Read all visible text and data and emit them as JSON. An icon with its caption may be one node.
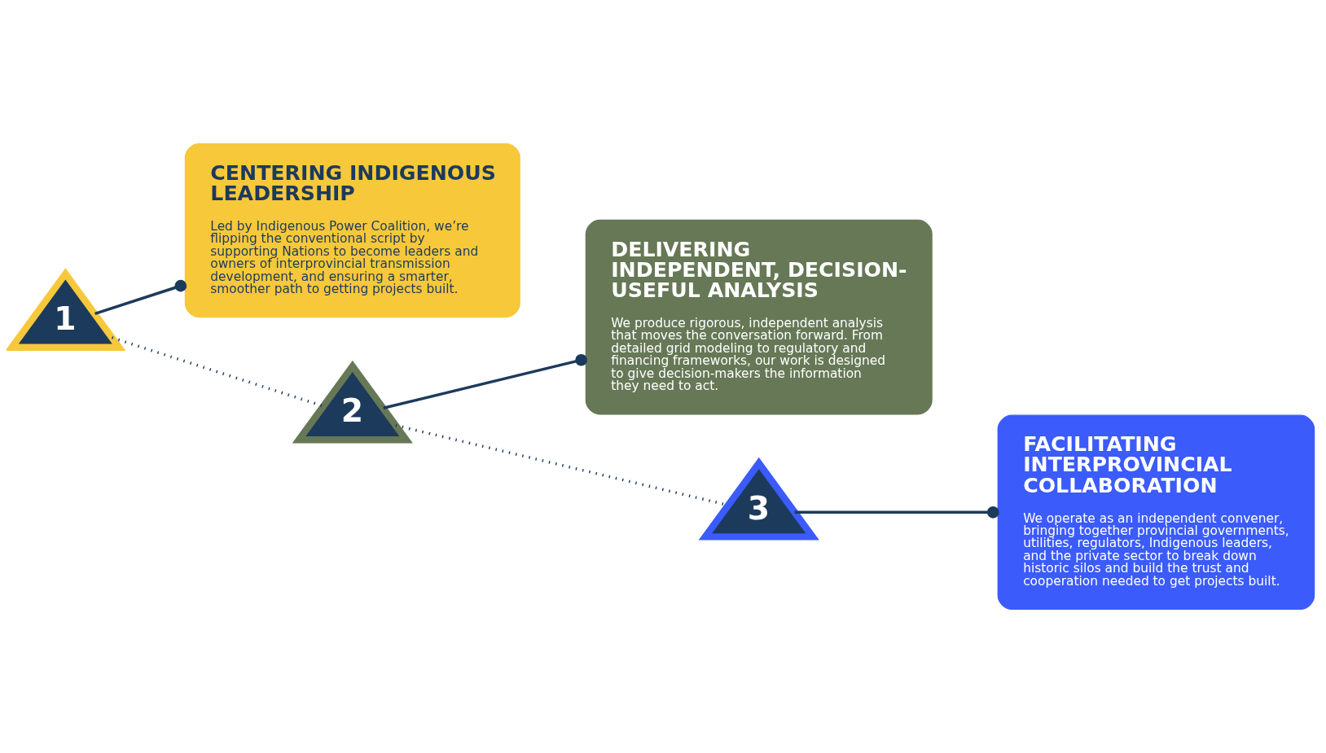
{
  "diagram": {
    "nodes": [
      {
        "text": [
          "1"
        ]
      },
      {
        "text": [
          "CENTERING INDIGENOUS LEADERSHIP",
          "Led by Indigenous Power Coalition, we’re flipping the conventional script by supporting Nations to become leaders and owners of interprovincial transmission development, and ensuring a smarter, smoother path to getting projects built."
        ]
      },
      {
        "text": [
          "2"
        ]
      },
      {
        "text": [
          "DELIVERING INDEPENDENT, DECISION-USEFUL ANALYSIS",
          "We produce rigorous, independent analysis that moves the conversation forward. From detailed grid modeling to regulatory and financing frameworks, our work is designed to give decision-makers the information they need to act."
        ]
      },
      {
        "text": [
          "3"
        ]
      },
      {
        "text": [
          "FACILITATING INTERPROVINCIAL COLLABORATION",
          "We operate as an independent convener, bringing together provincial governments, utilities, regulators, Indigenous leaders, and the private sector to break down historic silos and build the trust and cooperation needed to get projects built."
        ]
      }
    ],
    "edges": [
      {
        "from": 0,
        "to": 1,
        "arrow": "other"
      },
      {
        "from": 0,
        "to": 2,
        "arrow": "none",
        "style": "dashed"
      },
      {
        "from": 2,
        "to": 3,
        "arrow": "other"
      },
      {
        "from": 2,
        "to": 4,
        "arrow": "none",
        "style": "dashed"
      },
      {
        "from": 4,
        "to": 5,
        "arrow": "other"
      }
    ]
  }
}
